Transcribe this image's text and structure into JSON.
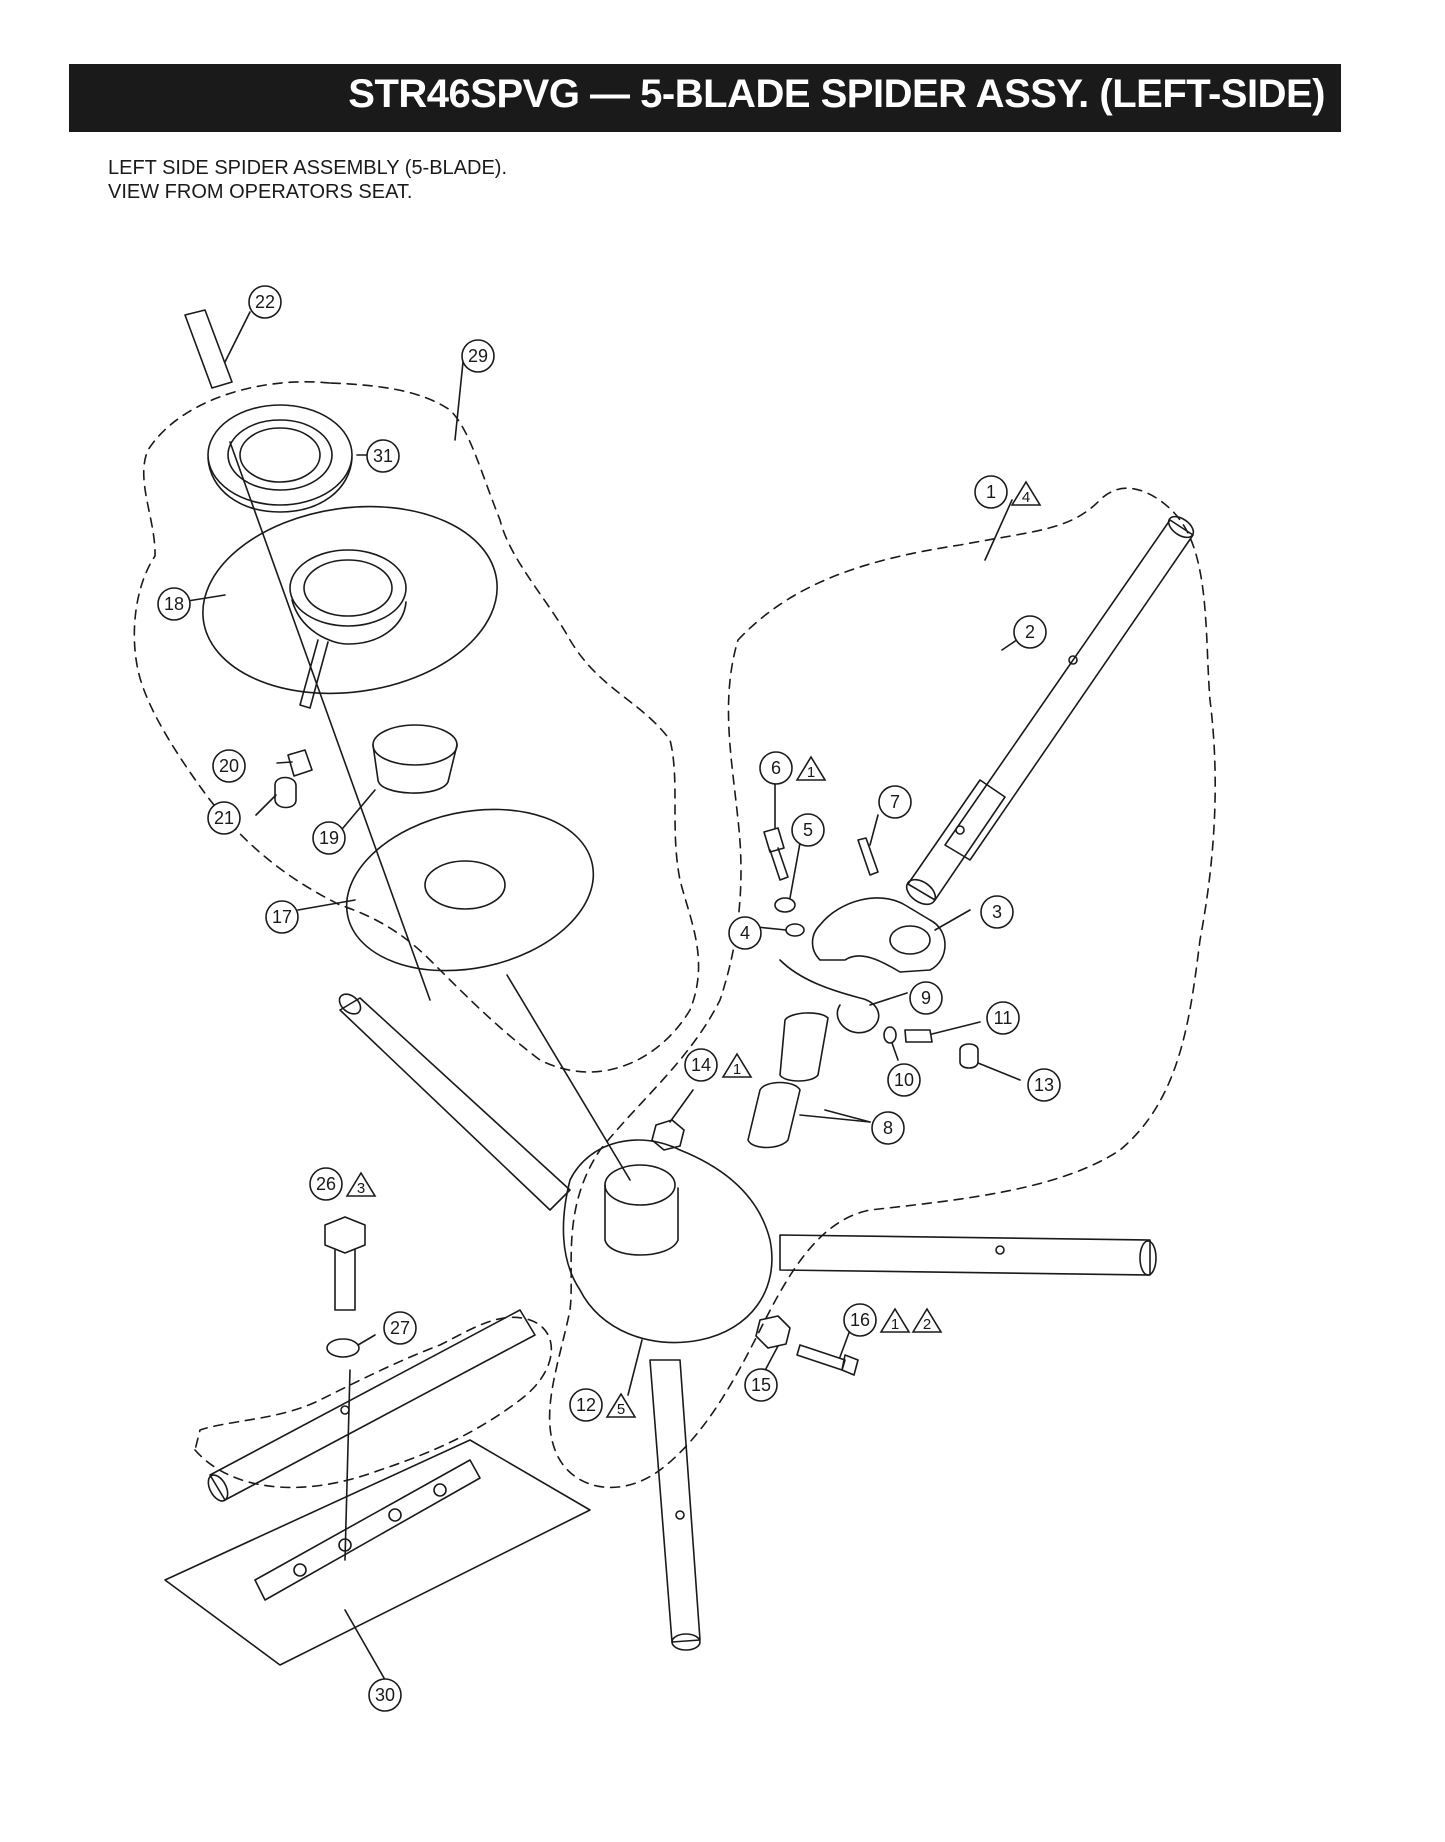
{
  "header": {
    "title": "STR46SPVG — 5-BLADE SPIDER ASSY. (LEFT-SIDE)"
  },
  "description": {
    "line1": "LEFT SIDE SPIDER ASSEMBLY (5-BLADE).",
    "line2": "VIEW FROM OPERATORS SEAT."
  },
  "callouts": {
    "c1": "1",
    "c2": "2",
    "c3": "3",
    "c4": "4",
    "c5": "5",
    "c6": "6",
    "c7": "7",
    "c8": "8",
    "c9": "9",
    "c10": "10",
    "c11": "11",
    "c12": "12",
    "c13": "13",
    "c14": "14",
    "c15": "15",
    "c16": "16",
    "c17": "17",
    "c18": "18",
    "c19": "19",
    "c20": "20",
    "c21": "21",
    "c22": "22",
    "c26": "26",
    "c27": "27",
    "c29": "29",
    "c30": "30",
    "c31": "31"
  },
  "notes": {
    "n1a": "4",
    "n6": "1",
    "n14": "1",
    "n16a": "1",
    "n16b": "2",
    "n26": "3",
    "n12": "5"
  }
}
